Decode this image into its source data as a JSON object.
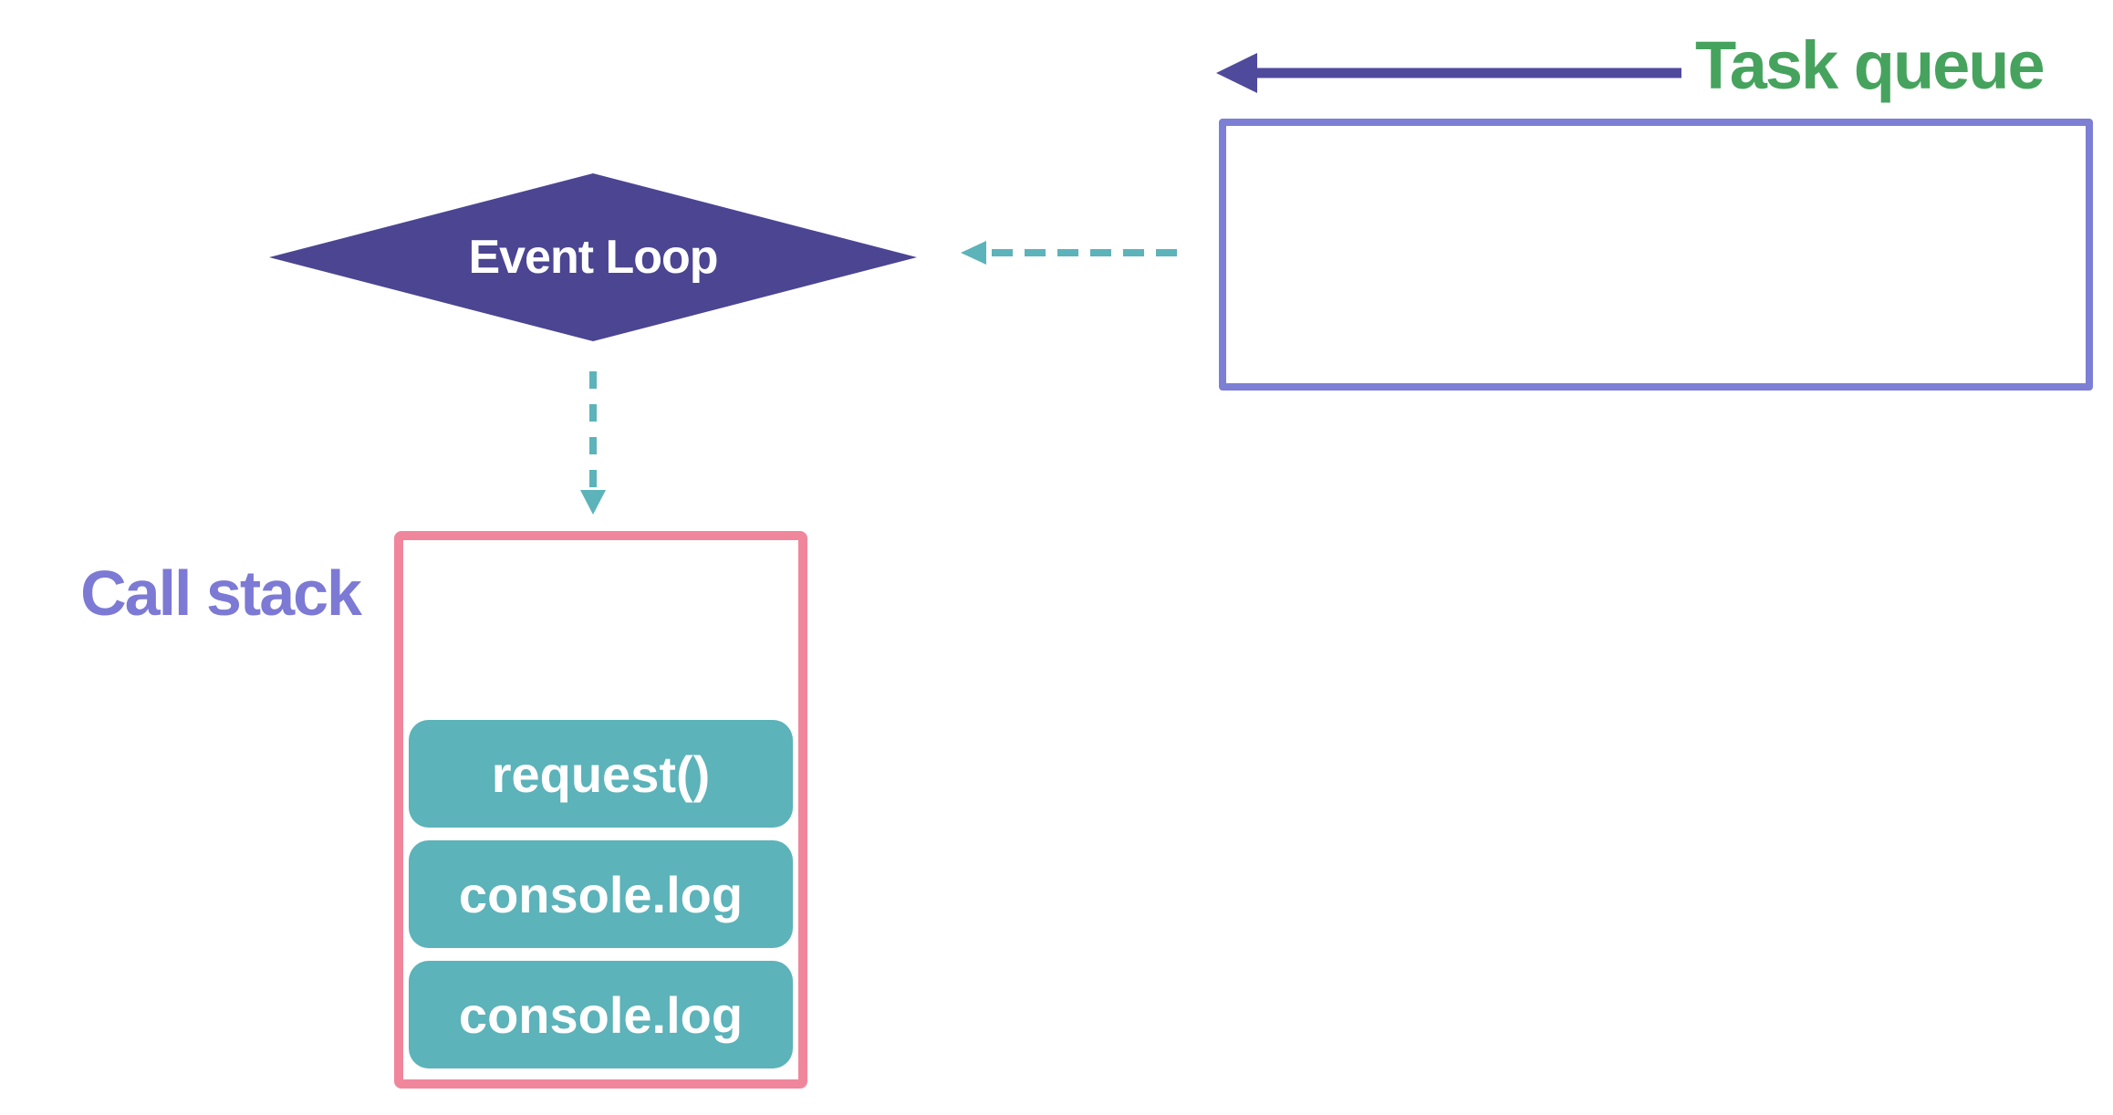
{
  "labels": {
    "task_queue": "Task queue",
    "call_stack": "Call stack",
    "event_loop": "Event Loop"
  },
  "call_stack_items": [
    "request()",
    "console.log",
    "console.log"
  ],
  "task_queue_items": [],
  "arrows": {
    "task_queue_in": {
      "style": "solid",
      "direction": "left",
      "color": "#504a9c"
    },
    "queue_to_event_loop": {
      "style": "dashed",
      "direction": "left",
      "color": "#5cb3b9"
    },
    "event_loop_to_call_stack": {
      "style": "dashed",
      "direction": "down",
      "color": "#5cb3b9"
    }
  },
  "colors": {
    "green_label": "#46a35e",
    "purple_label": "#7c7ad4",
    "diamond": "#4b4592",
    "arrow": "#504a9c",
    "queue_border": "#7c7fd4",
    "stack_border": "#f0869c",
    "stack_item_bg": "#5cb3b9",
    "teal": "#5cb3b9",
    "item_text": "#ffffff"
  }
}
